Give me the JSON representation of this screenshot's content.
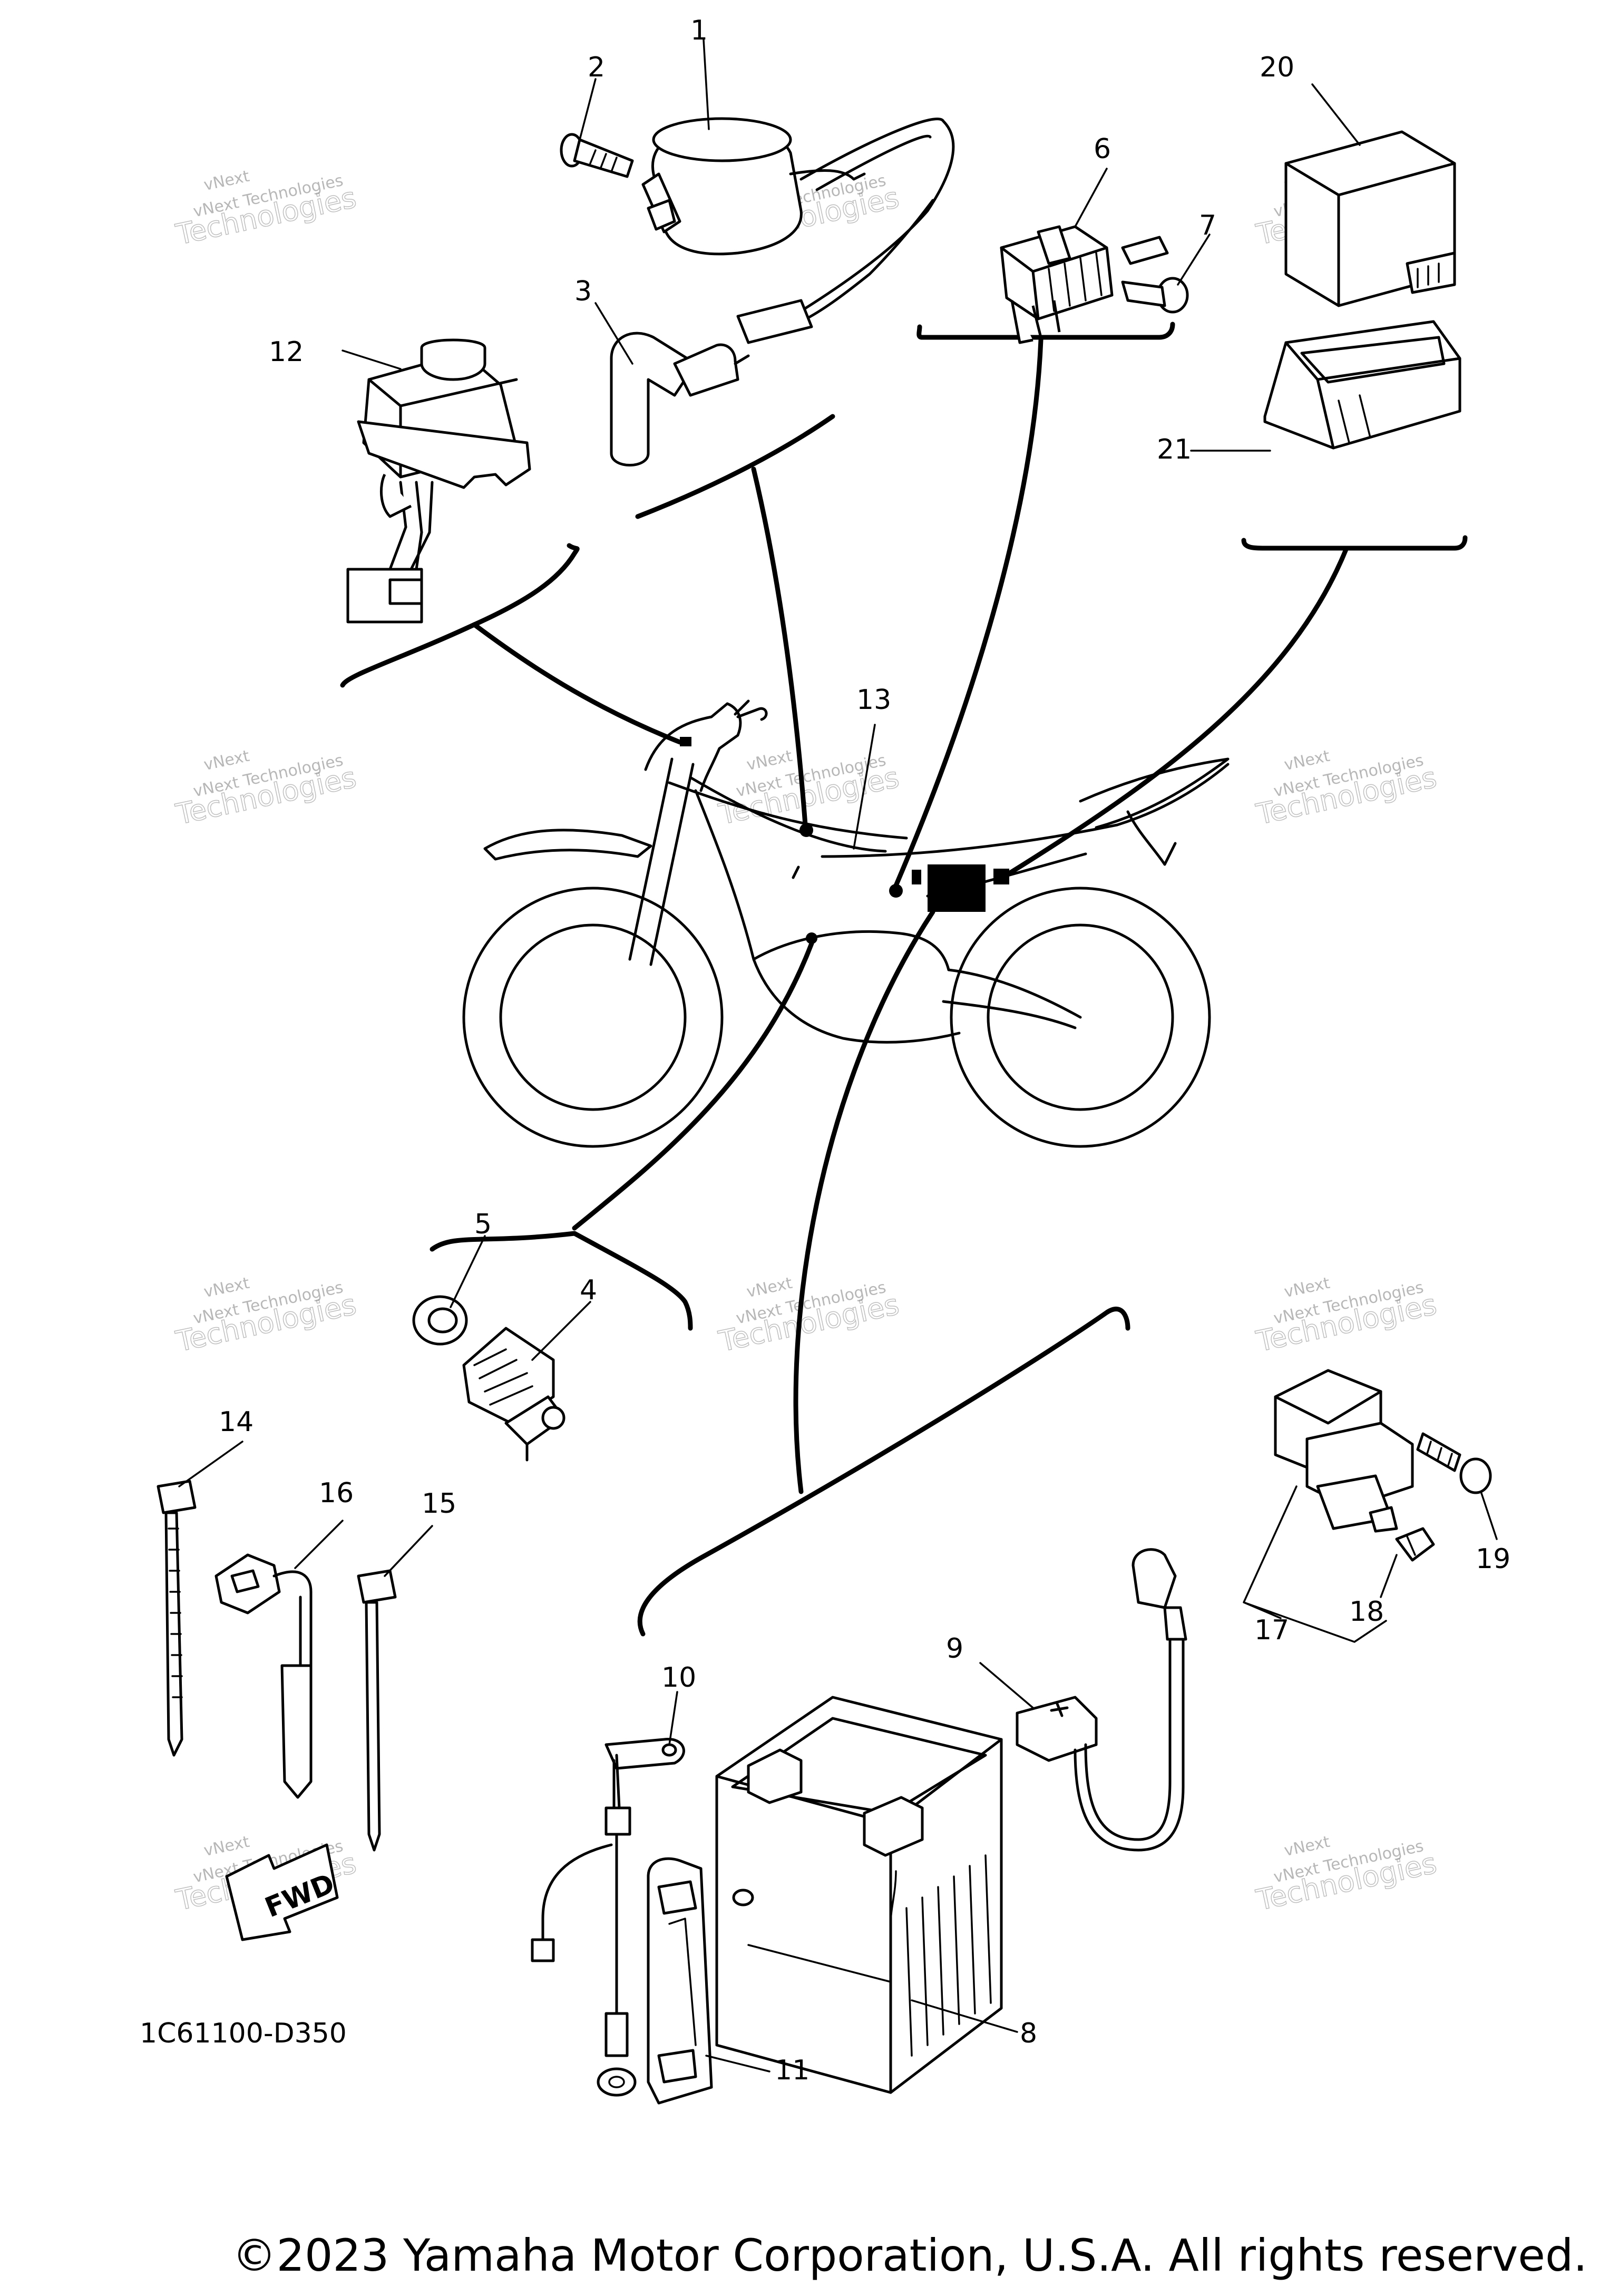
{
  "diagram": {
    "code": "1C61100-D350",
    "fwd_label": "FWD",
    "copyright": "©2023 Yamaha Motor Corporation, U.S.A. All rights reserved.",
    "watermark_small": "vNext Technologies",
    "watermark_large": "Technologies",
    "watermark_top": "vNext"
  },
  "callouts": [
    {
      "id": "c1",
      "label": "1"
    },
    {
      "id": "c2",
      "label": "2"
    },
    {
      "id": "c3",
      "label": "3"
    },
    {
      "id": "c4",
      "label": "4"
    },
    {
      "id": "c5",
      "label": "5"
    },
    {
      "id": "c6",
      "label": "6"
    },
    {
      "id": "c7",
      "label": "7"
    },
    {
      "id": "c8",
      "label": "8"
    },
    {
      "id": "c9",
      "label": "9"
    },
    {
      "id": "c10",
      "label": "10"
    },
    {
      "id": "c11",
      "label": "11"
    },
    {
      "id": "c12",
      "label": "12"
    },
    {
      "id": "c13",
      "label": "13"
    },
    {
      "id": "c14",
      "label": "14"
    },
    {
      "id": "c15",
      "label": "15"
    },
    {
      "id": "c16",
      "label": "16"
    },
    {
      "id": "c17",
      "label": "17"
    },
    {
      "id": "c18",
      "label": "18"
    },
    {
      "id": "c19",
      "label": "19"
    },
    {
      "id": "c20",
      "label": "20"
    },
    {
      "id": "c21",
      "label": "21"
    }
  ]
}
